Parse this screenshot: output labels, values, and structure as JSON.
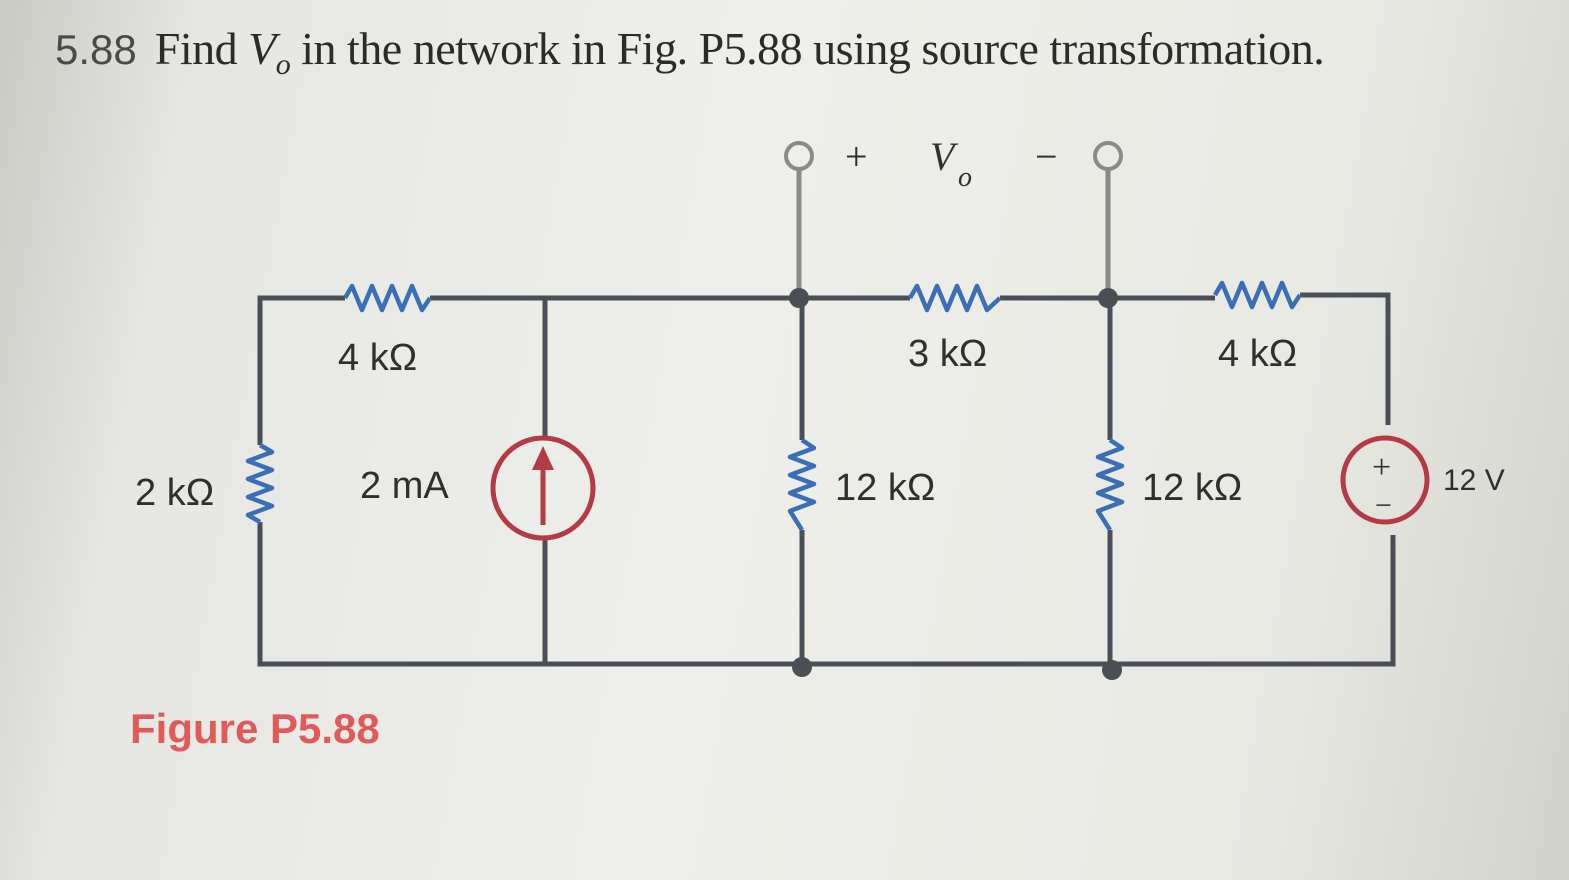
{
  "problem": {
    "number": "5.88",
    "text_before": "Find ",
    "variable": "V",
    "variable_sub": "o",
    "text_after": " in the network in Fig. P5.88 using source transformation."
  },
  "output": {
    "plus": "+",
    "minus": "−",
    "label": "V",
    "label_sub": "o"
  },
  "components": {
    "r_top_left": "4 kΩ",
    "r_left": "2 kΩ",
    "current_source": "2 mA",
    "r_top_mid": "3 kΩ",
    "r_mid_vertical": "12 kΩ",
    "r_top_right": "4 kΩ",
    "r_right_vertical": "12 kΩ",
    "voltage_source": "12 V",
    "voltage_source_plus": "+",
    "voltage_source_minus": "−"
  },
  "figure": {
    "caption": "Figure P5.88"
  },
  "colors": {
    "wire": "#4a4f55",
    "resistor": "#3a6fb8",
    "source": "#b43a45",
    "caption": "#e05a5a",
    "terminal": "#8a8a8a"
  }
}
